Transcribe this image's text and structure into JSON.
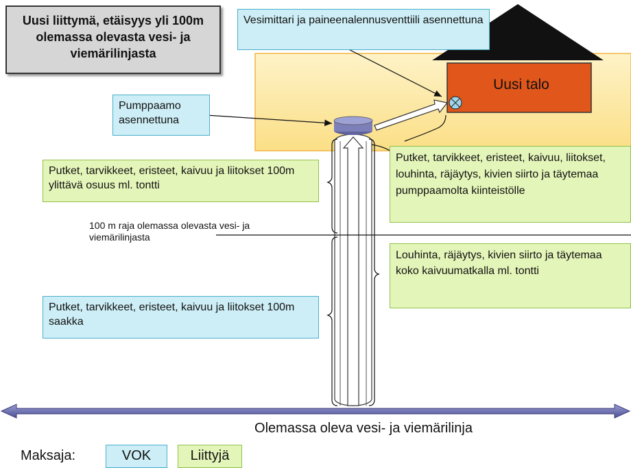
{
  "title": "Uusi liittymä, etäisyys yli 100m olemassa olevasta vesi- ja viemärilinjasta",
  "callouts": {
    "meter_valve": "Vesimittari ja paineenalennusventtiili asennettuna",
    "pump_station": "Pumppaamo asennettuna",
    "house": "Uusi talo",
    "over_100m": "Putket, tarvikkeet, eristeet, kaivuu ja liitokset 100m ylittävä osuus ml. tontti",
    "pump_to_property": "Putket, tarvikkeet, eristeet, kaivuu, liitokset, louhinta, räjäytys, kivien siirto ja täytemaa pumppaamolta kiinteistölle",
    "limit_line": "100 m raja olemassa olevasta vesi- ja viemärilinjasta",
    "excavation_whole": "Louhinta, räjäytys, kivien siirto ja täytemaa koko kaivuumatkalla ml. tontti",
    "up_to_100m": "Putket, tarvikkeet, eristeet, kaivuu ja liitokset 100m saakka",
    "main_line": "Olemassa oleva vesi- ja viemärilinja"
  },
  "legend": {
    "label": "Maksaja:",
    "vok": "VOK",
    "liittyja": "Liittyjä"
  },
  "colors": {
    "vok_fill": "#cdeef6",
    "liittyja_fill": "#e4f5b9",
    "plot_fill": "#fde9a6",
    "house_wall": "#e1561a",
    "roof": "#111111",
    "main_line": "#5c5fa0",
    "pump": "#7d80b8"
  }
}
